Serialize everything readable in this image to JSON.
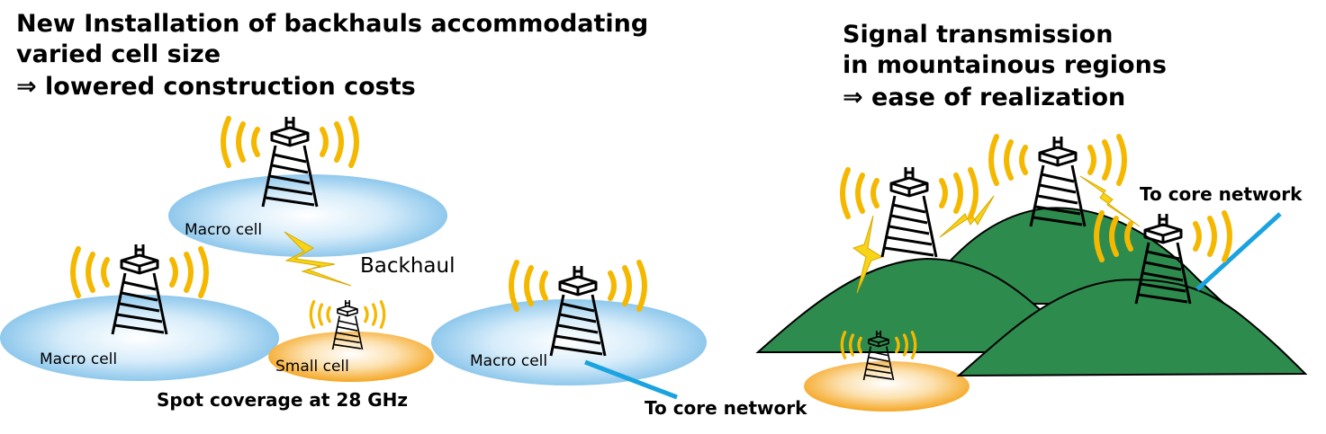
{
  "left_heading": {
    "line1": "New Installation of backhauls accommodating",
    "line2": "varied cell size",
    "line3": "⇒ lowered construction costs"
  },
  "right_heading": {
    "line1": "Signal transmission",
    "line2": "in mountainous regions",
    "line3": "⇒ ease of realization"
  },
  "labels": {
    "macro_cell": "Macro cell",
    "small_cell": "Small cell",
    "backhaul": "Backhaul",
    "spot_coverage": "Spot coverage at 28 GHz",
    "to_core_network": "To core network"
  },
  "colors": {
    "macro_cell_fill": "#9fd1ef",
    "small_cell_fill": "#f7ab2f",
    "radio_wave": "#f5b800",
    "lightning": "#f7d417",
    "mountain": "#2e8b4e",
    "core_link": "#1aa3e0",
    "tower": "#000000"
  }
}
